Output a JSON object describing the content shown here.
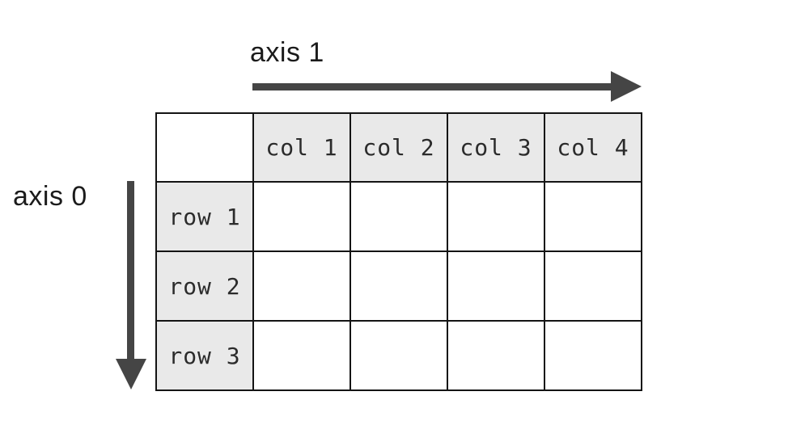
{
  "axes": {
    "axis1": {
      "label": "axis 1",
      "direction": "right"
    },
    "axis0": {
      "label": "axis 0",
      "direction": "down"
    }
  },
  "table": {
    "columns": [
      "col 1",
      "col 2",
      "col 3",
      "col 4"
    ],
    "rows": [
      "row 1",
      "row 2",
      "row 3"
    ],
    "body_cells_empty": true
  },
  "colors": {
    "arrow": "#454545",
    "border": "#141414",
    "header_bg": "#e9e9e9",
    "text": "#1b1b1b",
    "mono_text": "#2b2b2b"
  }
}
